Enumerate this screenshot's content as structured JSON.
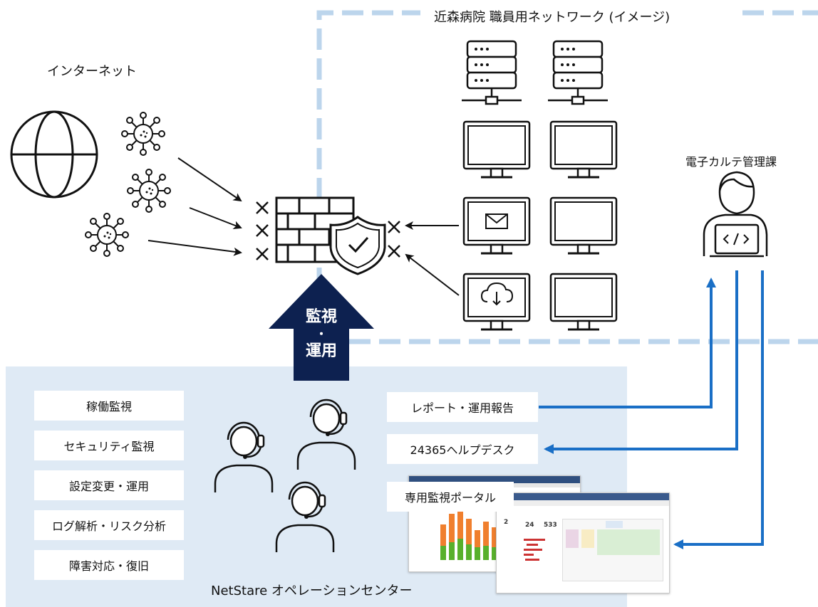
{
  "network_title": "近森病院 職員用ネットワーク (イメージ)",
  "internet_label": "インターネット",
  "department_label": "電子カルテ管理課",
  "monitor_arrow": {
    "line1": "監視",
    "line2": "・",
    "line3": "運用"
  },
  "operations_center_label": "NetStare オペレーションセンター",
  "ops_services": [
    "稼働監視",
    "セキュリティ監視",
    "設定変更・運用",
    "ログ解析・リスク分析",
    "障害対応・復旧"
  ],
  "report_services": {
    "report": "レポート・運用報告",
    "helpdesk": "24365ヘルプデスク",
    "portal": "専用監視ポータル"
  },
  "portal_kpis": [
    "2",
    "24",
    "533"
  ],
  "colors": {
    "dashed_border": "#bcd5ec",
    "ops_panel": "#dfeaf5",
    "monitor_arrow": "#0d2150",
    "flow_arrow": "#1a6fc6",
    "bar_orange": "#f07f2e",
    "bar_green": "#58b02c"
  },
  "icons": [
    "globe-icon",
    "virus-icon",
    "firewall-icon",
    "shield-check-icon",
    "server-icon",
    "monitor-icon",
    "mail-icon",
    "cloud-download-icon",
    "headset-operator-icon",
    "developer-icon"
  ]
}
